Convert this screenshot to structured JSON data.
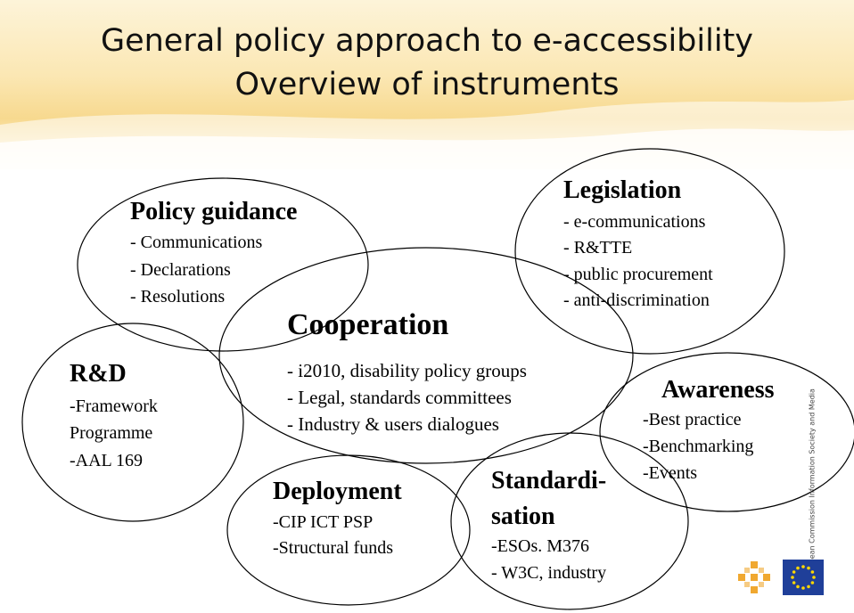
{
  "title": {
    "line1": "General policy approach to e-accessibility",
    "line2": "Overview of instruments"
  },
  "circles": {
    "policy_guidance": {
      "heading": "Policy guidance",
      "items": [
        "- Communications",
        "- Declarations",
        "- Resolutions"
      ]
    },
    "legislation": {
      "heading": "Legislation",
      "items": [
        "- e-communications",
        "- R&TTE",
        "- public procurement",
        "- anti-discrimination"
      ]
    },
    "cooperation": {
      "heading": "Cooperation",
      "items": [
        "- i2010, disability policy groups",
        "- Legal, standards committees",
        "- Industry & users dialogues"
      ]
    },
    "rd": {
      "heading": "R&D",
      "items": [
        "-Framework",
        "Programme",
        "-AAL 169"
      ]
    },
    "awareness": {
      "heading": "Awareness",
      "items": [
        "-Best practice",
        "-Benchmarking",
        "-Events"
      ]
    },
    "deployment": {
      "heading": "Deployment",
      "items": [
        "-CIP ICT PSP",
        "-Structural funds"
      ]
    },
    "standardisation": {
      "heading_line1": "Standardi-",
      "heading_line2": "sation",
      "items": [
        "-ESOs. M376",
        "- W3C, industry"
      ]
    }
  },
  "footer": {
    "side_text": "European Commission Information Society and Media"
  },
  "colors": {
    "header_band": "#fbe7b3",
    "logo_orange": "#f0a830",
    "eu_blue": "#1f3f99",
    "eu_star": "#ffd700"
  }
}
